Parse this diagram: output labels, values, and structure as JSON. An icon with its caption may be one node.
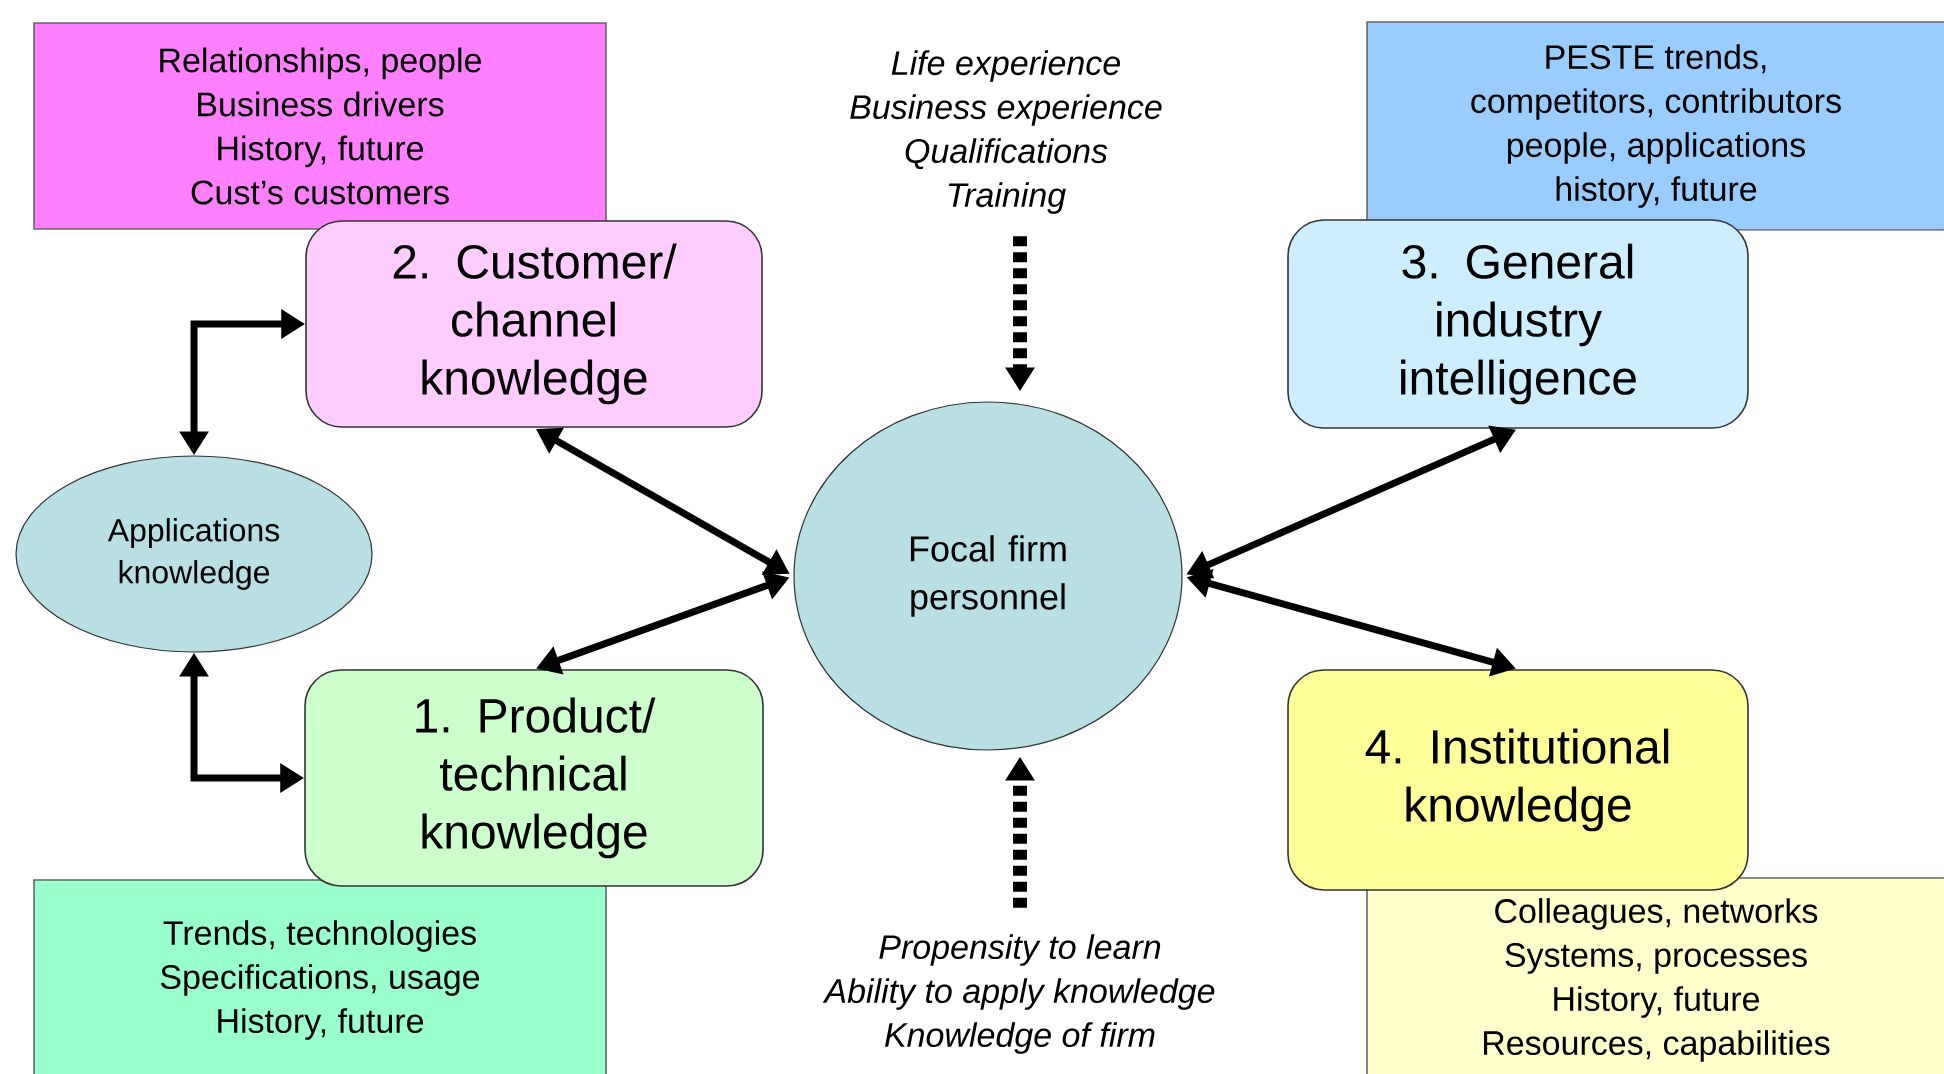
{
  "diagram": {
    "nodes": [
      {
        "text": [
          "Relationships, people",
          "Business drivers",
          "History, future",
          "Cust’s customers"
        ]
      },
      {
        "text": [
          "PESTE trends,",
          "competitors, contributors",
          "people, applications",
          "history, future"
        ]
      },
      {
        "text": [
          "2. Customer/ channel knowledge"
        ]
      },
      {
        "text": [
          "3. General industry intelligence"
        ]
      },
      {
        "text": [
          "Life experience",
          "Business experience",
          "Qualifications",
          "Training"
        ]
      },
      {
        "text": [
          "Applications knowledge"
        ]
      },
      {
        "text": [
          "Focal firm personnel"
        ]
      },
      {
        "text": [
          "1. Product/ technical knowledge"
        ]
      },
      {
        "text": [
          "4. Institutional knowledge"
        ]
      },
      {
        "text": [
          "Trends, technologies",
          "Specifications, usage",
          "History, future"
        ]
      },
      {
        "text": [
          "Propensity to learn",
          "Ability to apply knowledge",
          "Knowledge of firm"
        ]
      },
      {
        "text": [
          "Colleagues, networks",
          "Systems, processes",
          "History, future",
          "Resources, capabilities"
        ]
      }
    ],
    "edges": [
      {
        "from": 2,
        "to": 6,
        "arrow": "both"
      },
      {
        "from": 3,
        "to": 6,
        "arrow": "both"
      },
      {
        "from": 7,
        "to": 6,
        "arrow": "both"
      },
      {
        "from": 8,
        "to": 6,
        "arrow": "both"
      },
      {
        "from": 5,
        "to": 2,
        "arrow": "both"
      },
      {
        "from": 5,
        "to": 7,
        "arrow": "both"
      },
      {
        "from": 4,
        "to": 6,
        "arrow": "to",
        "style": "dashed"
      },
      {
        "from": 10,
        "to": 6,
        "arrow": "to",
        "style": "dashed"
      }
    ]
  }
}
